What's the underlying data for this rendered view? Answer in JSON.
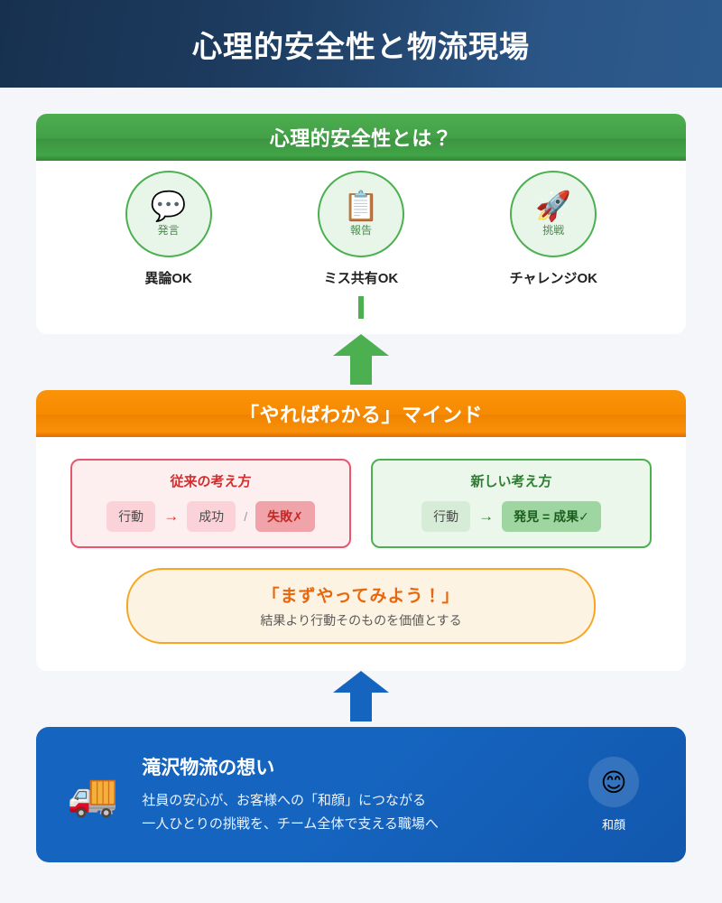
{
  "header": {
    "title": "心理的安全性と物流現場"
  },
  "section_safety": {
    "header_title": "心理的安全性とは？",
    "accent_color": "#43a047",
    "items": [
      {
        "icon": "speech-balloon-emoji",
        "glyph": "💬",
        "inner_label": "発言",
        "caption": "異論OK"
      },
      {
        "icon": "clipboard-emoji",
        "glyph": "📋",
        "inner_label": "報告",
        "caption": "ミス共有OK"
      },
      {
        "icon": "rocket-emoji",
        "glyph": "🚀",
        "inner_label": "挑戦",
        "caption": "チャレンジOK"
      }
    ]
  },
  "section_mind": {
    "header_title": "「やればわかる」マインド",
    "accent_color": "#f68a00",
    "old_way": {
      "title": "従来の考え方",
      "border_color": "#e8566b",
      "chip_action": "行動",
      "arrow": "→",
      "chip_success": "成功",
      "separator": "/",
      "chip_fail": "失敗✗"
    },
    "new_way": {
      "title": "新しい考え方",
      "border_color": "#4caf50",
      "chip_action": "行動",
      "arrow": "→",
      "chip_result": "発見 = 成果✓"
    },
    "callout": {
      "title": "「まずやってみよう！」",
      "subtitle": "結果より行動そのものを価値とする",
      "border_color": "#f5a623"
    }
  },
  "footer": {
    "truck_icon": "delivery-truck-emoji",
    "truck_glyph": "🚚",
    "title": "滝沢物流の想い",
    "line1": "社員の安心が、お客様への「和顔」につながる",
    "line2": "一人ひとりの挑戦を、チーム全体で支える職場へ",
    "badge_icon": "smiling-face-emoji",
    "badge_glyph": "😊",
    "badge_label": "和顔",
    "background_color": "#1565c0"
  }
}
